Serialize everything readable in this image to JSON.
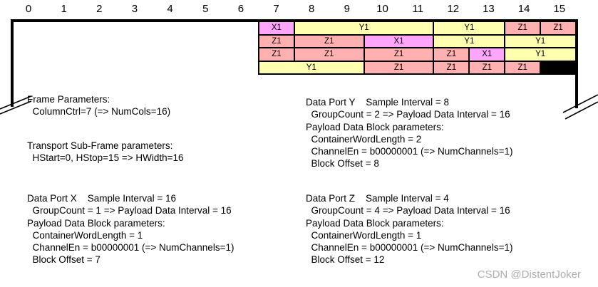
{
  "columns": [
    "0",
    "1",
    "2",
    "3",
    "4",
    "5",
    "6",
    "7",
    "8",
    "9",
    "10",
    "11",
    "12",
    "13",
    "14",
    "15"
  ],
  "grid": {
    "num_rows": 3,
    "cells": [
      {
        "label": "X1",
        "span": 1,
        "fill": "#ffa6fb"
      },
      {
        "label": "Y1",
        "span": 2,
        "fill": "#ffffb0"
      },
      {
        "label": "Y1",
        "span": 2,
        "fill": "#ffffb0"
      },
      {
        "label": "Z1",
        "span": 1,
        "fill": "#ffb0b0"
      },
      {
        "label": "Z1",
        "span": 1,
        "fill": "#ffb0b0"
      },
      {
        "label": "Z1",
        "span": 1,
        "fill": "#ffb0b0"
      },
      {
        "label": "Z1",
        "span": 1,
        "fill": "#ffb0b0"
      }
    ]
  },
  "blocks": {
    "frame_params": [
      "Frame Parameters:",
      "  ColumnCtrl=7 (=> NumCols=16)"
    ],
    "transport_subframe": [
      "Transport Sub-Frame parameters:",
      "  HStart=0, HStop=15 => HWidth=16"
    ],
    "port_x": [
      "Data Port X    Sample Interval = 16",
      "  GroupCount = 1 => Payload Data Interval = 16",
      "Payload Data Block parameters:",
      "  ContainerWordLength = 1",
      "  ChannelEn = b00000001 (=> NumChannels=1)",
      "  Block Offset = 7"
    ],
    "port_y": [
      "Data Port Y    Sample Interval = 8",
      "  GroupCount = 2 => Payload Data Interval = 16",
      "Payload Data Block parameters:",
      "  ContainerWordLength = 2",
      "  ChannelEn = b00000001 (=> NumChannels=1)",
      "  Block Offset = 8"
    ],
    "port_z": [
      "Data Port Z    Sample Interval = 4",
      "  GroupCount = 4 => Payload Data Interval = 16",
      "Payload Data Block parameters:",
      "  ContainerWordLength = 1",
      "  ChannelEn = b00000001 (=> NumChannels=1)",
      "  Block Offset = 12"
    ]
  },
  "watermark": "CSDN @DistentJoker",
  "colors": {
    "frame": "#000000",
    "x_cell": "#ffa6fb",
    "y_cell": "#ffffb0",
    "z_cell": "#ffb0b0",
    "watermark": "#b3acac"
  }
}
